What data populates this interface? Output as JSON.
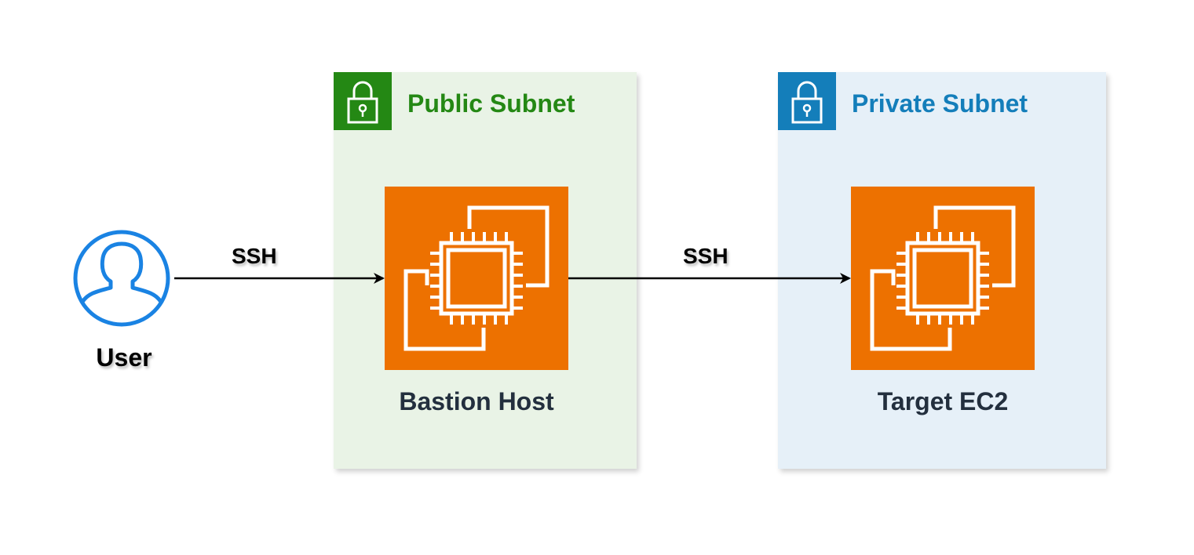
{
  "user": {
    "label": "User",
    "icon": "user-icon"
  },
  "groups": {
    "public": {
      "title": "Public Subnet",
      "color": "#248814",
      "fill": "#e9f3e6",
      "icon": "lock-icon"
    },
    "private": {
      "title": "Private Subnet",
      "color": "#147eba",
      "fill": "#e6f0f8",
      "icon": "lock-icon"
    }
  },
  "nodes": {
    "bastion": {
      "label": "Bastion Host",
      "icon": "ec2-instances-icon",
      "color": "#ed7100"
    },
    "target": {
      "label": "Target EC2",
      "icon": "ec2-instances-icon",
      "color": "#ed7100"
    }
  },
  "edges": [
    {
      "from": "User",
      "to": "Bastion Host",
      "label": "SSH"
    },
    {
      "from": "Bastion Host",
      "to": "Target EC2",
      "label": "SSH"
    }
  ]
}
